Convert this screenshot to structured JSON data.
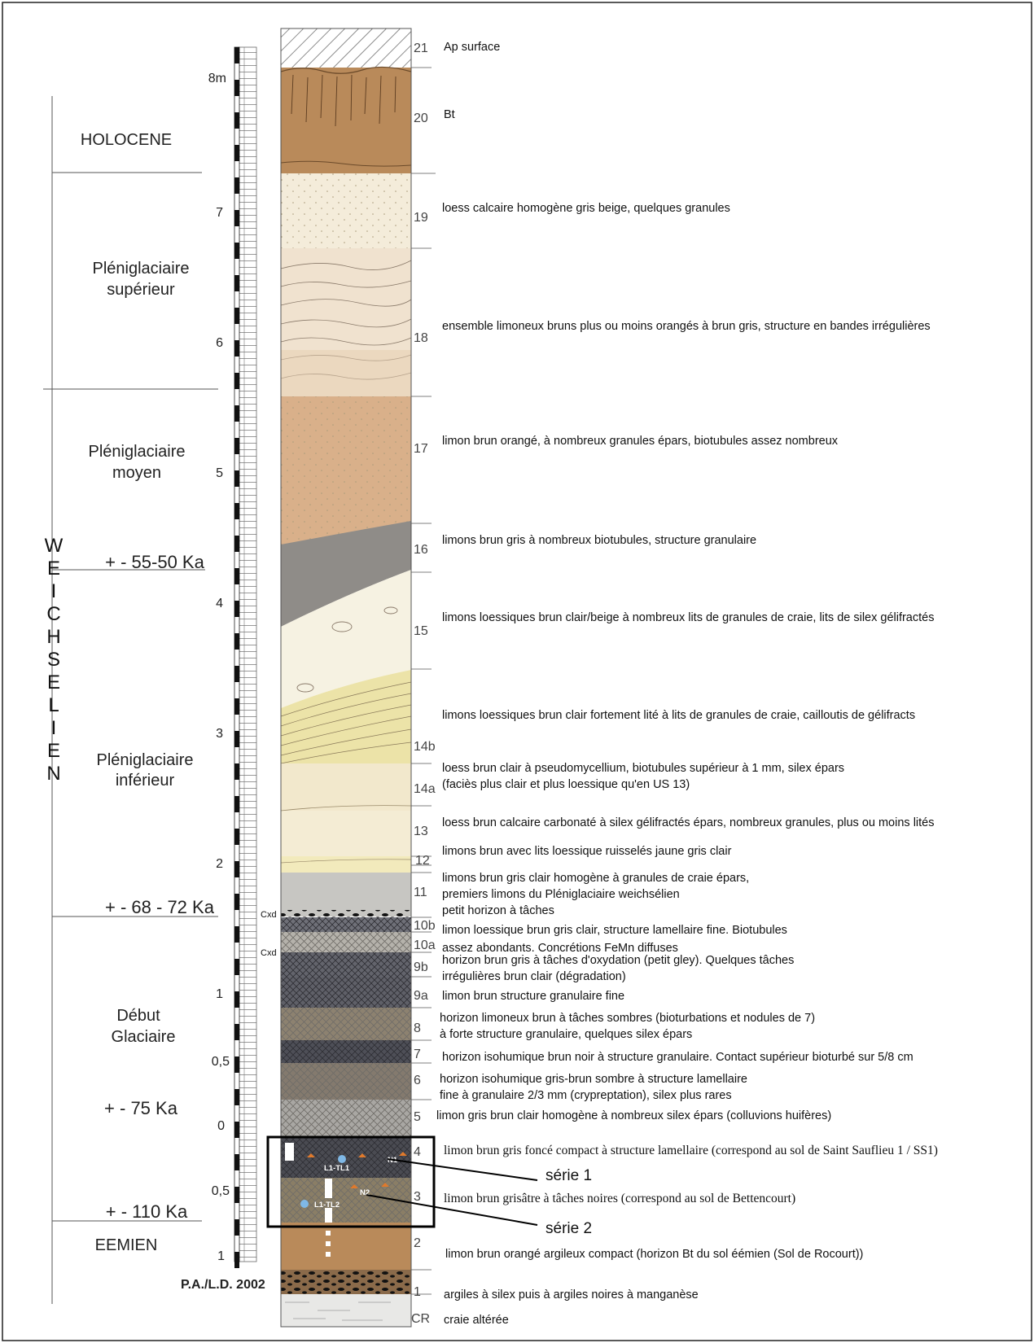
{
  "periods": [
    {
      "key": "holocene",
      "lines": [
        "HOLOCENE"
      ]
    },
    {
      "key": "plenisup",
      "lines": [
        "Pléniglaciaire",
        "supérieur"
      ]
    },
    {
      "key": "plenimoy",
      "lines": [
        "Pléniglaciaire",
        "moyen"
      ]
    },
    {
      "key": "pleniinf",
      "lines": [
        "Pléniglaciaire",
        "inférieur"
      ]
    },
    {
      "key": "debut",
      "lines": [
        "Début",
        "Glaciaire"
      ]
    },
    {
      "key": "eemien",
      "lines": [
        "EEMIEN"
      ]
    }
  ],
  "ages": [
    "+ - 55-50 Ka",
    "+ - 68 - 72 Ka",
    "+ - 75 Ka",
    "+ - 110 Ka"
  ],
  "stage_letters": [
    "W",
    "E",
    "I",
    "C",
    "H",
    "S",
    "E",
    "L",
    "I",
    "E",
    "N"
  ],
  "scale_labels": [
    "8m",
    "7",
    "6",
    "5",
    "4",
    "3",
    "2",
    "1",
    "0,5",
    "0",
    "0,5",
    "1"
  ],
  "credit": "P.A./L.D. 2002",
  "cxd_labels": [
    "Cxd",
    "Cxd"
  ],
  "layer_numbers": [
    "21",
    "20",
    "19",
    "18",
    "17",
    "16",
    "15",
    "14b",
    "14a",
    "13",
    "12",
    "11",
    "10b",
    "10a",
    "9b",
    "9a",
    "8",
    "7",
    "6",
    "5",
    "4",
    "3",
    "2",
    "1",
    "CR"
  ],
  "descriptions": [
    "Ap surface",
    "Bt",
    "loess calcaire homogène gris beige, quelques granules",
    "ensemble limoneux bruns plus ou moins orangés à brun gris, structure en bandes irrégulières",
    "limon brun orangé, à nombreux granules épars, biotubules assez nombreux",
    "limons brun gris à nombreux biotubules, structure granulaire",
    "limons loessiques brun clair/beige à nombreux lits de granules de craie, lits de silex gélifractés",
    "limons loessiques brun clair fortement lité à lits de granules de craie, cailloutis de gélifracts",
    "loess brun clair à pseudomycellium, biotubules supérieur à 1 mm, silex épars",
    "(faciès plus clair et plus loessique qu'en US 13)",
    "loess brun calcaire carbonaté à silex gélifractés épars, nombreux granules, plus ou moins lités",
    "limons brun avec lits loessique ruisselés jaune gris clair",
    "limons brun gris clair homogène à granules de craie épars,",
    "premiers limons du Pléniglaciaire weichsélien",
    "petit horizon à tâches",
    "limon loessique brun gris clair, structure lamellaire fine. Biotubules",
    "assez abondants. Concrétions FeMn diffuses",
    "horizon brun gris à tâches d'oxydation (petit gley). Quelques tâches",
    "irrégulières brun clair (dégradation)",
    "limon brun structure granulaire fine",
    "horizon limoneux brun à tâches sombres (bioturbations et nodules de 7)",
    "à forte structure granulaire, quelques silex épars",
    "horizon isohumique brun noir à structure granulaire.  Contact supérieur bioturbé sur 5/8 cm",
    "horizon isohumique gris-brun sombre à structure lamellaire",
    "fine à granulaire 2/3 mm (crypreptation), silex plus rares",
    "limon gris brun clair homogène à nombreux silex épars (colluvions huifères)",
    "limon brun gris foncé compact à structure lamellaire (correspond au sol de Saint Sauflieu 1 / SS1)",
    "limon brun grisâtre à tâches noires (correspond au sol de Bettencourt)",
    "limon brun orangé argileux compact (horizon Bt du sol éémien (Sol de Rocourt))",
    "argiles à silex puis à argiles noires à manganèse",
    "craie altérée"
  ],
  "series": [
    "série 1",
    "série 2"
  ],
  "section_labels": [
    "L1-TL1",
    "N1",
    "L1-TL2",
    "N2"
  ],
  "colors": {
    "holocene_bt": "#b98a5a",
    "loess_beige": "#f3ecd8",
    "limon_orange": "#d9b08a",
    "limon_gris": "#8f8c88",
    "lit_yellow": "#ece3a8",
    "dark_horizon": "#5f6068",
    "series_box": "#000000"
  }
}
